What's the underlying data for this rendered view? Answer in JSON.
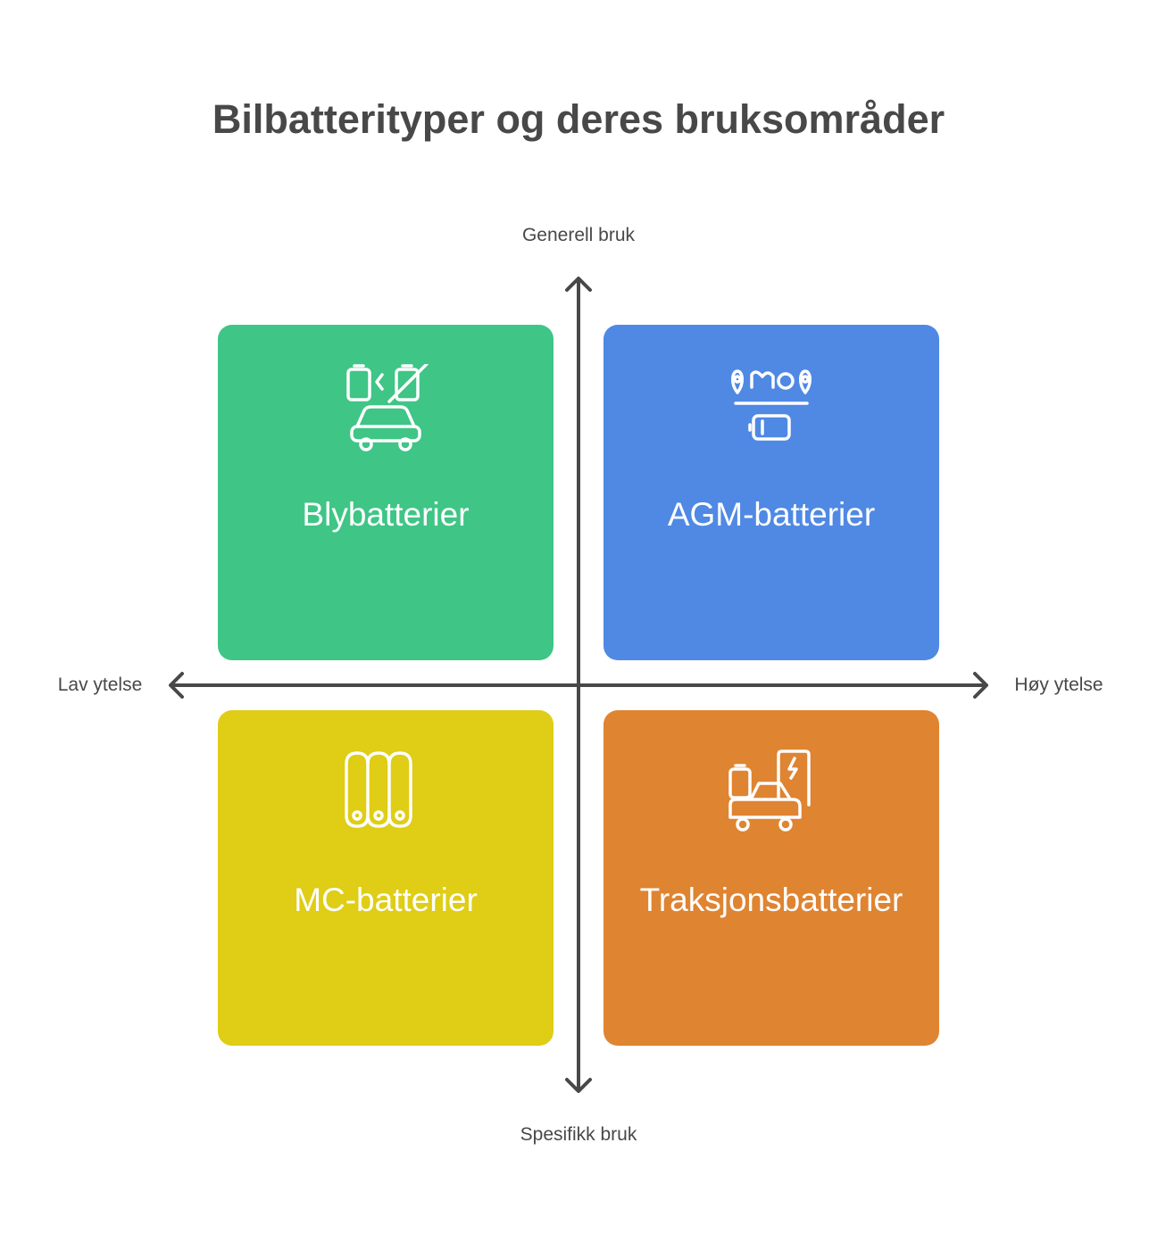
{
  "title": "Bilbatterityper og deres bruksområder",
  "axes": {
    "top": "Generell bruk",
    "bottom": "Spesifikk bruk",
    "left": "Lav ytelse",
    "right": "Høy ytelse"
  },
  "quadrants": [
    {
      "label": "Blybatterier",
      "color": "#3fc586",
      "icon": "battery-swap-car-icon"
    },
    {
      "label": "AGM-batterier",
      "color": "#4f89e4",
      "icon": "battery-route-icon"
    },
    {
      "label": "MC-batterier",
      "color": "#dfcd16",
      "icon": "battery-cells-icon"
    },
    {
      "label": "Traksjonsbatterier",
      "color": "#df8431",
      "icon": "electric-car-charging-icon"
    }
  ],
  "colors": {
    "axis": "#484848",
    "text": "#484848",
    "quadrant_text": "#ffffff"
  }
}
